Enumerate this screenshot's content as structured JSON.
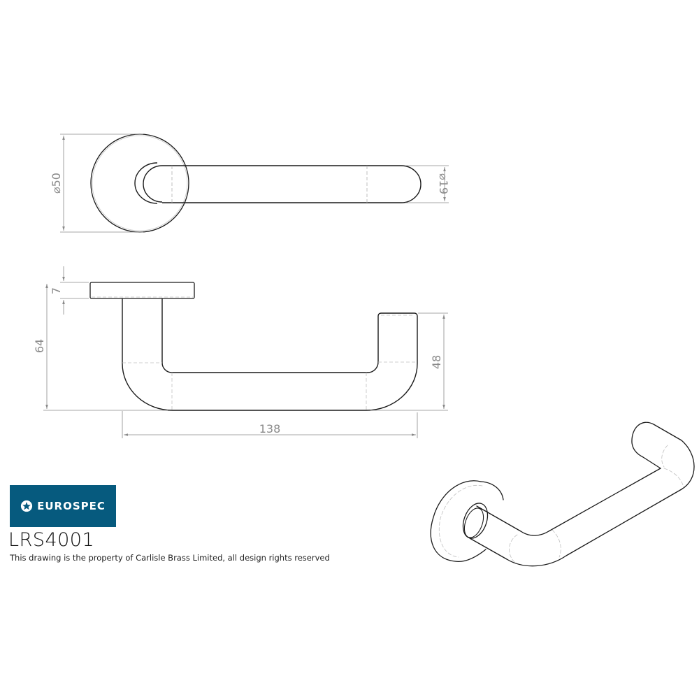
{
  "brand": {
    "name": "EUROSPEC",
    "color": "#065a7e",
    "icon": "star-in-circle-icon"
  },
  "product": {
    "code": "LRS4001",
    "copyright": "This drawing is the property of Carlisle Brass Limited, all design rights reserved"
  },
  "views": {
    "top_view": {
      "rose_diameter_label": "⌀50",
      "lever_diameter_label": "⌀19"
    },
    "side_view": {
      "rose_thickness_label": "7",
      "overall_height_label": "64",
      "lever_end_height_label": "48",
      "overall_length_label": "138"
    },
    "isometric_view": {}
  },
  "colors": {
    "outline": "#1a1a1a",
    "dimension": "#8a8a8a",
    "hidden_line": "#b0b0b0"
  }
}
